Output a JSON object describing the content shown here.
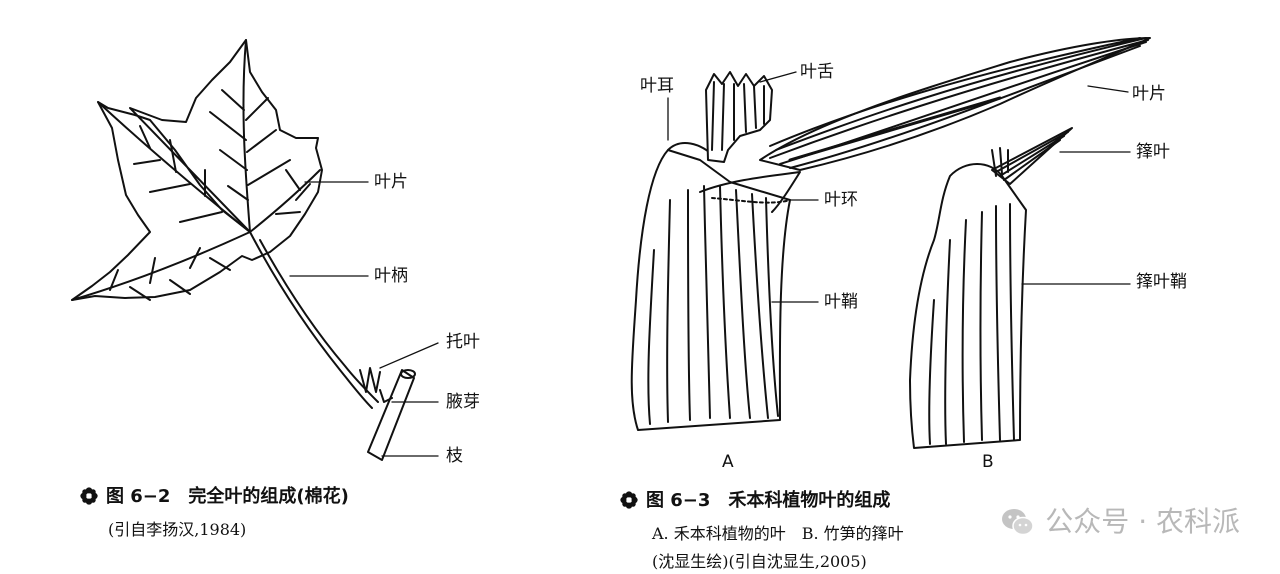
{
  "figure_left": {
    "labels": {
      "blade": "叶片",
      "petiole": "叶柄",
      "stipule": "托叶",
      "axillary_bud": "腋芽",
      "stem": "枝"
    },
    "caption_title": "图 6−2　完全叶的组成(棉花)",
    "caption_source": "(引自李扬汉,1984)"
  },
  "figure_right": {
    "labels": {
      "auricle": "叶耳",
      "ligule": "叶舌",
      "blade": "叶片",
      "collar": "叶环",
      "sheath": "叶鞘",
      "sheath_leaf_blade": "箨叶",
      "culm_sheath": "箨叶鞘"
    },
    "panel_a": "A",
    "panel_b": "B",
    "caption_title": "图 6−3　禾本科植物叶的组成",
    "caption_line2": "A. 禾本科植物的叶　B. 竹笋的箨叶",
    "caption_line3": "(沈显生绘)(引自沈显生,2005)"
  },
  "watermark": "公众号 · 农科派",
  "icons": [
    "flower-bullet-icon",
    "wechat-icon"
  ],
  "colors": {
    "ink": "#111111",
    "watermark": "#b8b8b8"
  }
}
